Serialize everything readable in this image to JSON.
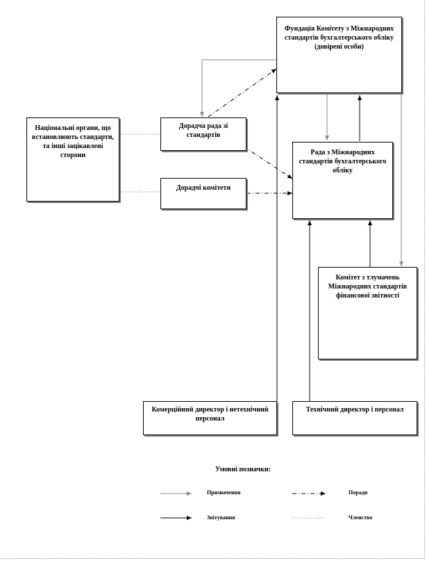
{
  "boxes": {
    "foundation": "Фундація Комітету з Міжнародних стандартів бухгалтерського обліку (довірені особи)",
    "national_bodies": "Національні органи, що встановлюють стандарти, та інші зацікавлені сторони",
    "advisory_council": "Дорадча рада зі стандартів",
    "advisory_committees": "Дорадчі комітети",
    "board": "Рада з Міжнародних стандартів бухгалтерського обліку",
    "interpretations_committee": "Комітет з тлумачень Міжнародних стандартів фінансової звітності",
    "commercial_director": "Комерційний директор і нетехнічний персонал",
    "technical_director": "Технічний директор і персонал"
  },
  "legend": {
    "title": "Умовні позначки:",
    "appointment": "Призначення",
    "advice": "Поради",
    "reporting": "Звітування",
    "membership": "Членство"
  }
}
